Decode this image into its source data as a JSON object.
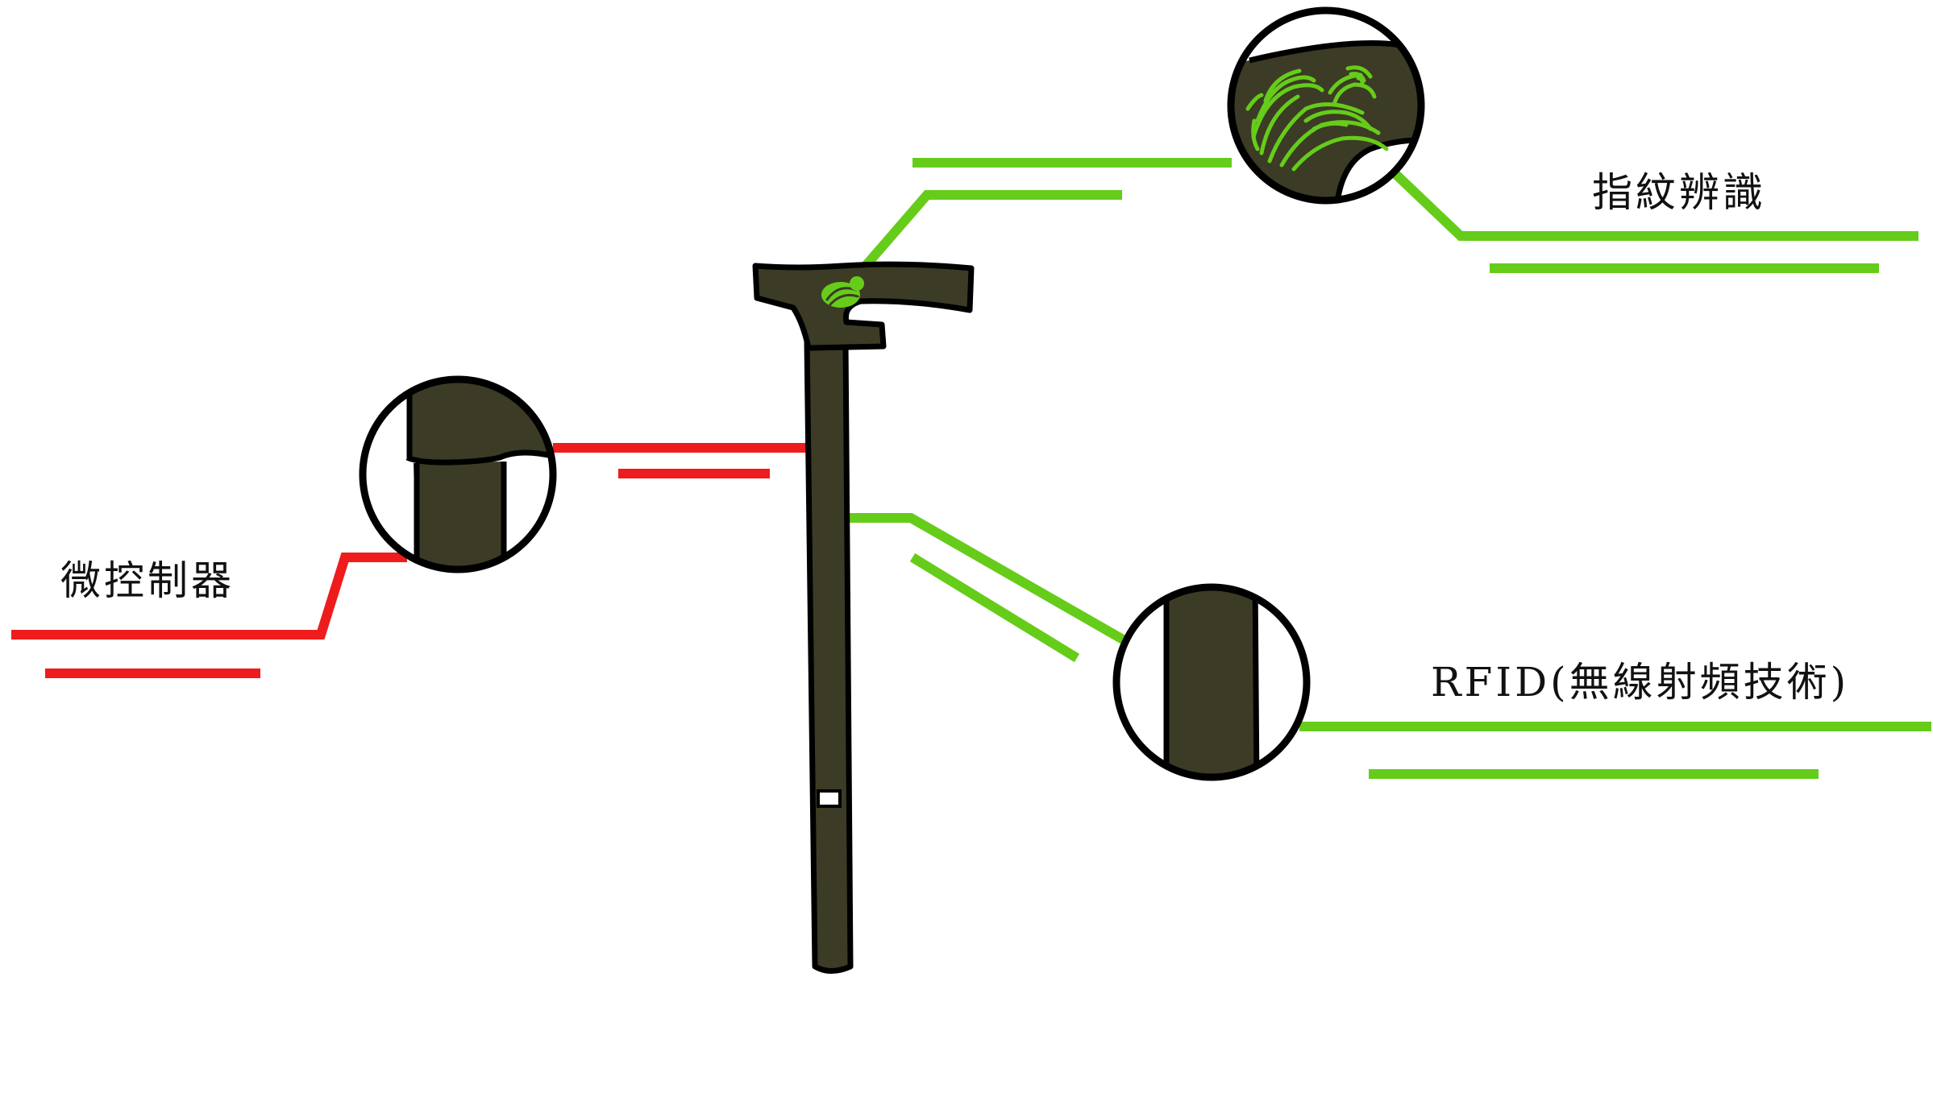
{
  "labels": {
    "fingerprint": "指紋辨識",
    "microcontroller": "微控制器",
    "rfid": "RFID(無線射頻技術)"
  },
  "colors": {
    "green": "#66cc1a",
    "red": "#ee1c1c",
    "cane": "#3c3b25",
    "outline": "#000000",
    "background": "#ffffff"
  }
}
